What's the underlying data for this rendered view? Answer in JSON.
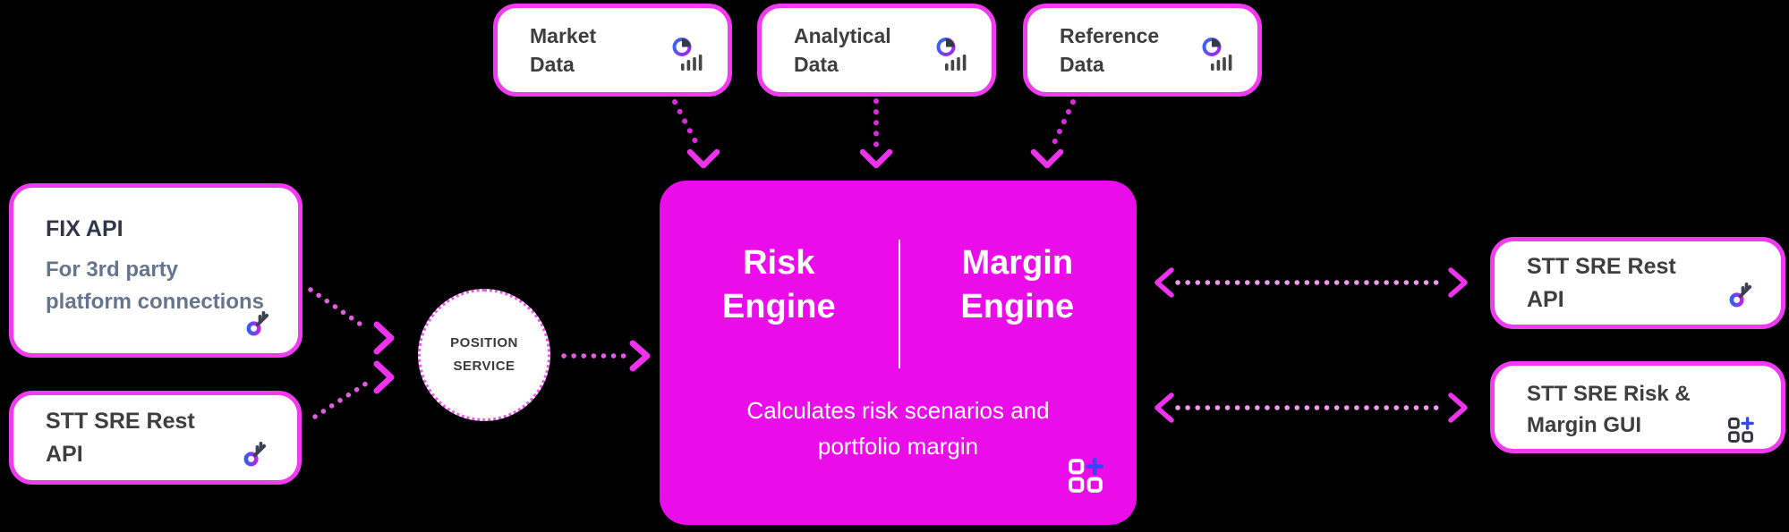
{
  "colors": {
    "background": "#000000",
    "card_border": "#f13bf1",
    "card_background": "#ffffff",
    "engine_background": "#ea0dea",
    "engine_text": "#ffffff",
    "heading_text": "#3e3e3e",
    "fix_api_title": "#34354a",
    "subtitle_text": "#66758e",
    "arrow_chevron": "#ee32ee",
    "arrow_dots_strong": "#db2cdb",
    "arrow_dots_soft": "#ef9aef",
    "icon_blue": "#2b6cf5",
    "icon_violet": "#9b2bf2",
    "icon_magenta": "#d81ae0",
    "icon_dark": "#3a4150",
    "plus_blue": "#3347f2"
  },
  "icons": {
    "chart": "pie-bar-chart-icon",
    "key": "key-icon",
    "modules": "modules-plus-icon"
  },
  "nodes": {
    "market": {
      "lines": [
        "Market",
        "Data"
      ]
    },
    "analytical": {
      "lines": [
        "Analytical",
        "Data"
      ]
    },
    "reference": {
      "lines": [
        "Reference",
        "Data"
      ]
    },
    "fix_api": {
      "title": "FIX API",
      "subtitle_lines": [
        "For 3rd party",
        "platform connections"
      ]
    },
    "stt_rest_left": {
      "label": "STT SRE Rest API"
    },
    "position_service": {
      "lines": [
        "POSITION",
        "SERVICE"
      ]
    },
    "engine": {
      "risk_lines": [
        "Risk",
        "Engine"
      ],
      "margin_lines": [
        "Margin",
        "Engine"
      ],
      "description_lines": [
        "Calculates risk scenarios and",
        "portfolio margin"
      ]
    },
    "stt_rest_right": {
      "label": "STT SRE Rest API"
    },
    "stt_gui": {
      "lines": [
        "STT SRE Risk &",
        "Margin GUI"
      ]
    }
  }
}
